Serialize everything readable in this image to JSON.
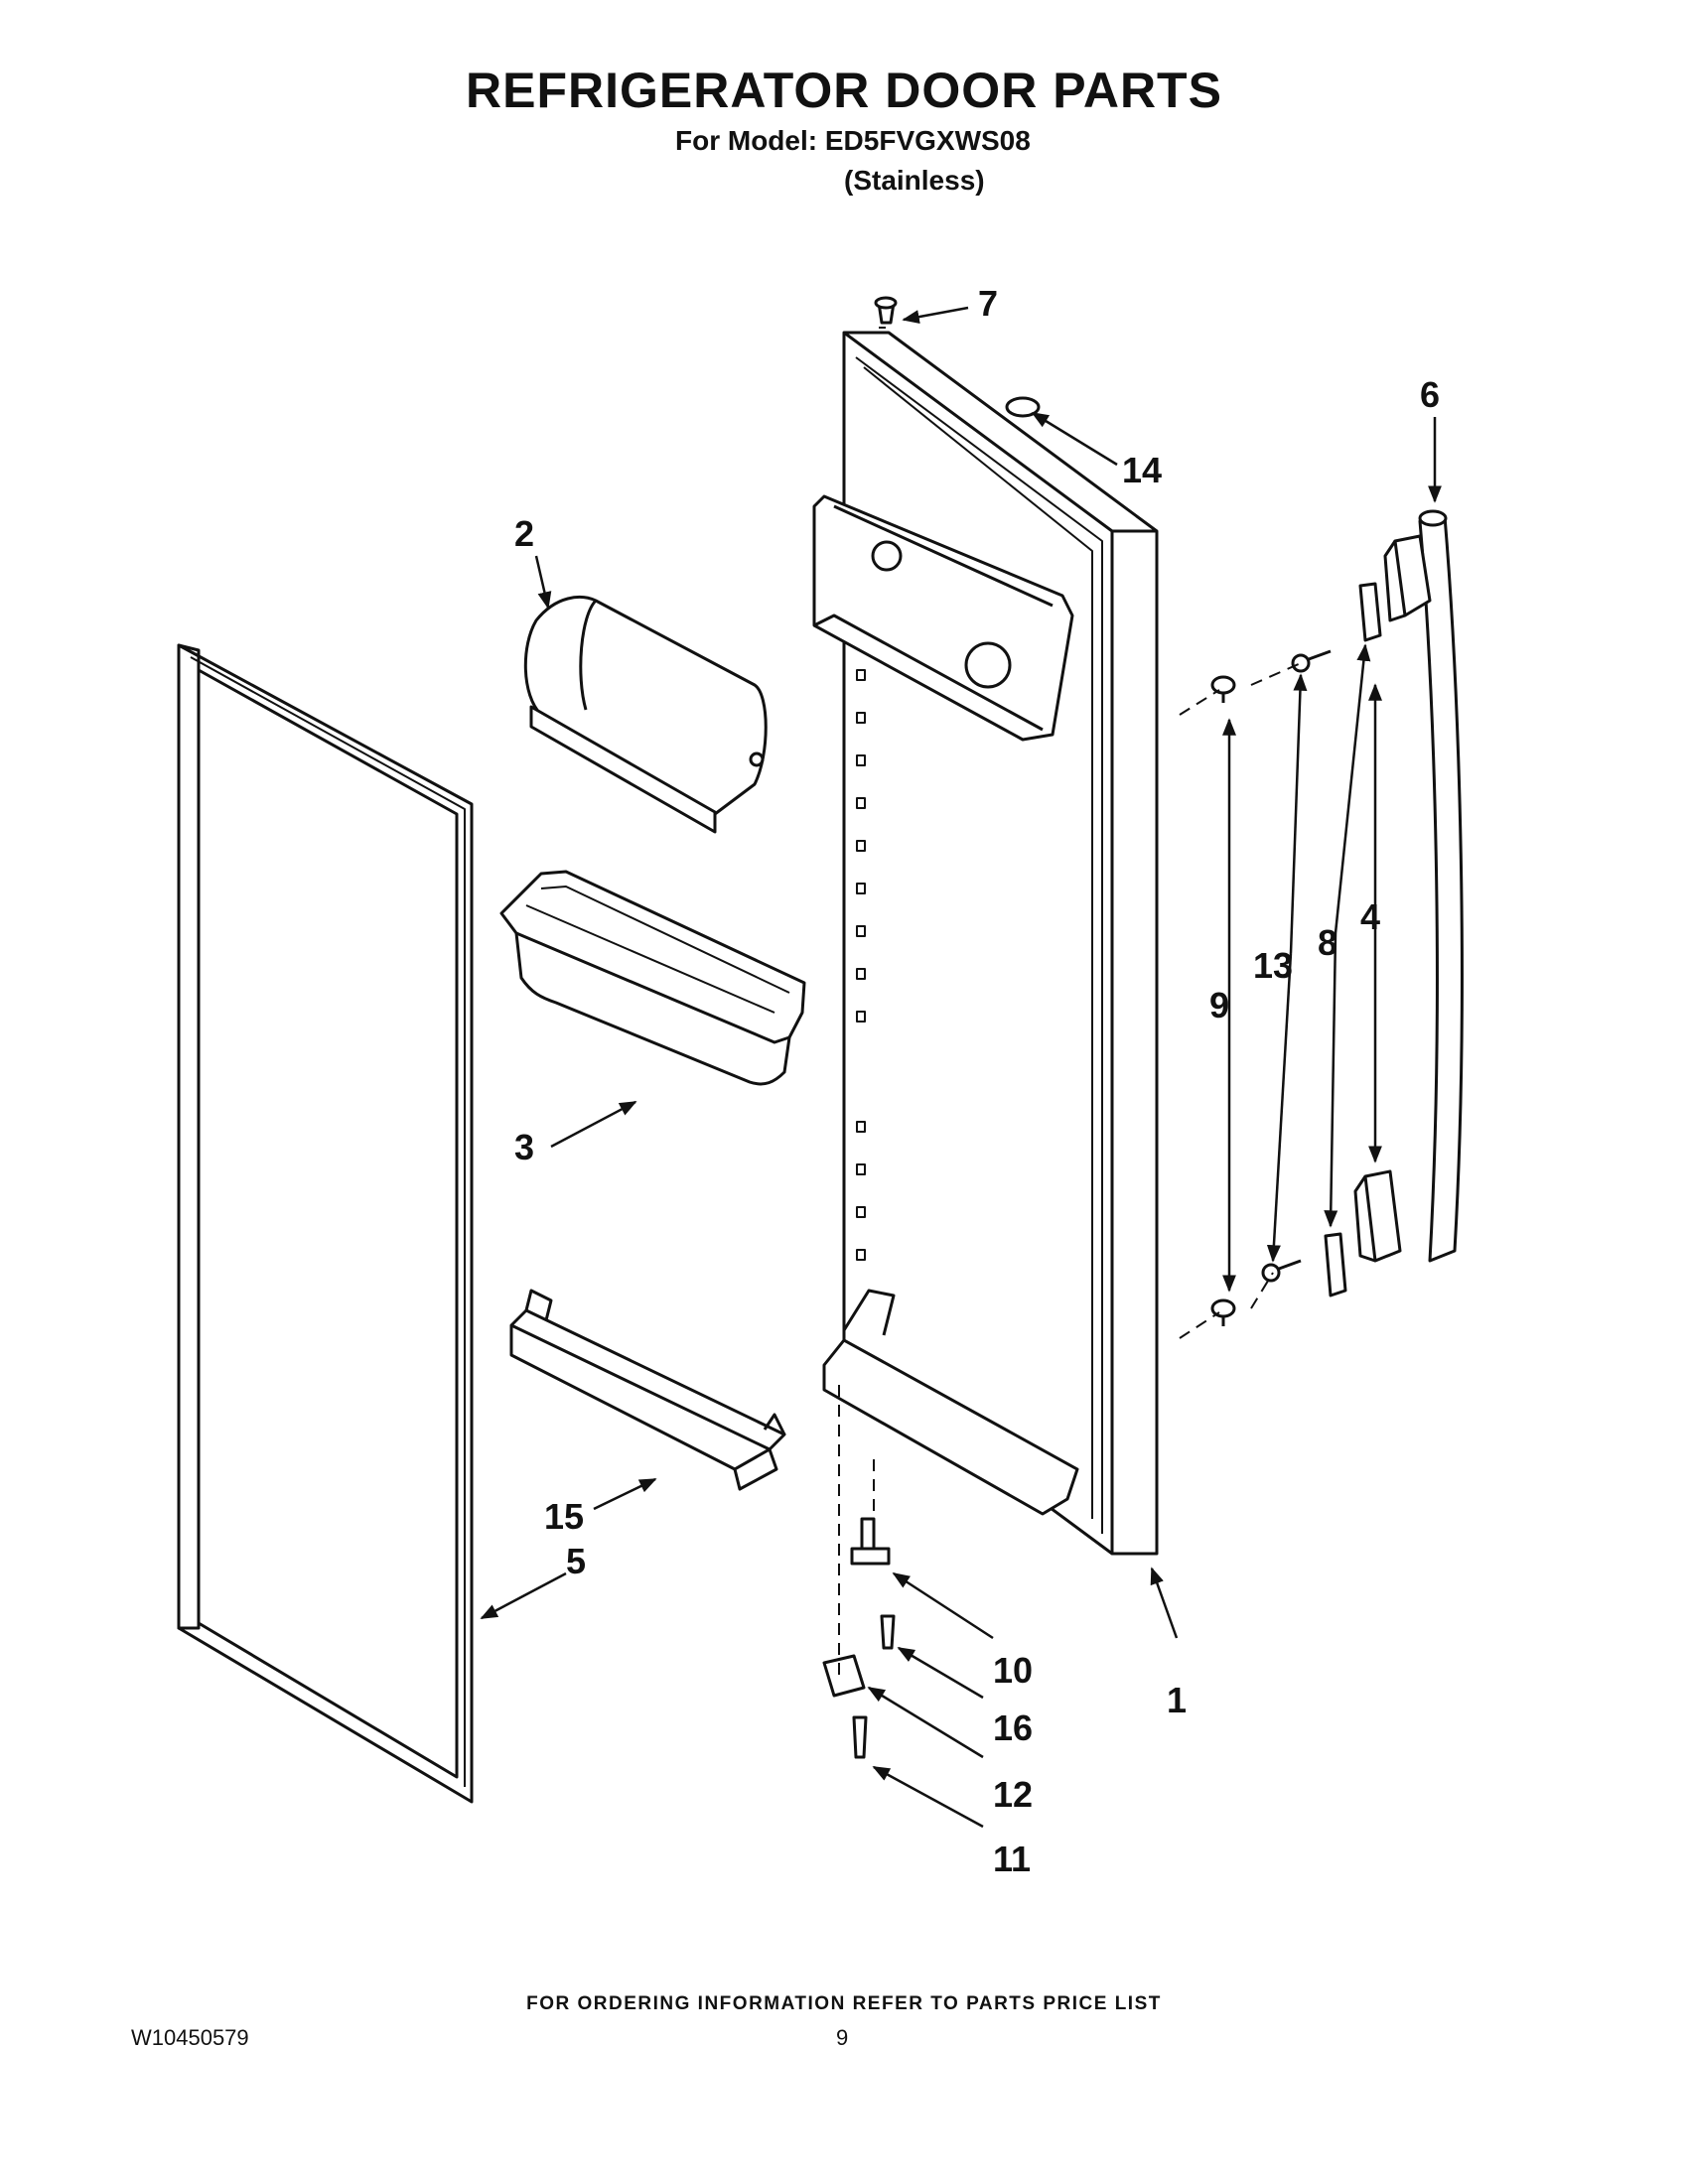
{
  "header": {
    "title": "REFRIGERATOR DOOR PARTS",
    "model_line": "For Model: ED5FVGXWS08",
    "variant": "(Stainless)"
  },
  "callouts": [
    "7",
    "6",
    "14",
    "2",
    "4",
    "8",
    "13",
    "9",
    "3",
    "15",
    "5",
    "10",
    "1",
    "16",
    "12",
    "11"
  ],
  "footer": {
    "note": "FOR ORDERING INFORMATION REFER TO PARTS PRICE LIST",
    "doc_number": "W10450579",
    "page_number": "9"
  }
}
